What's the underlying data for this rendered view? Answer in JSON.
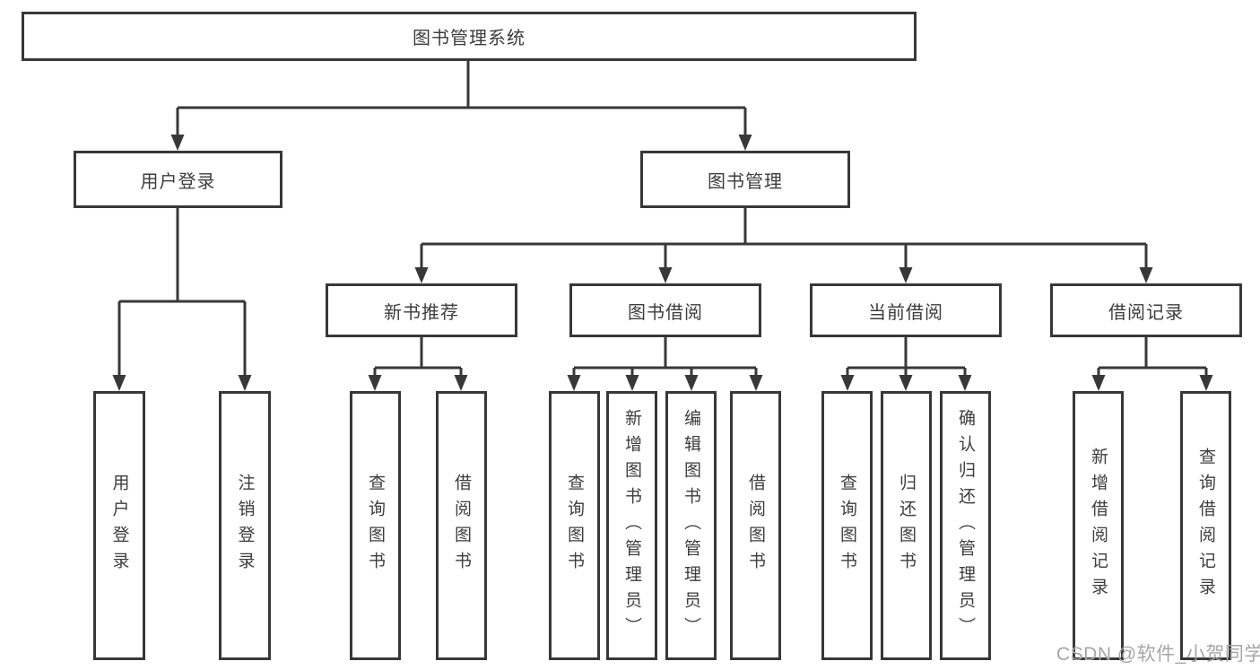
{
  "tree": {
    "root": {
      "label": "图书管理系统"
    },
    "branches": [
      {
        "label": "用户登录",
        "children": [
          "用户登录",
          "注销登录"
        ]
      },
      {
        "label": "图书管理",
        "sections": [
          {
            "label": "新书推荐",
            "children": [
              "查询图书",
              "借阅图书"
            ]
          },
          {
            "label": "图书借阅",
            "children": [
              "查询图书",
              "新增图书（管理员）",
              "编辑图书（管理员）",
              "借阅图书"
            ]
          },
          {
            "label": "当前借阅",
            "children": [
              "查询图书",
              "归还图书",
              "确认归还（管理员）"
            ]
          },
          {
            "label": "借阅记录",
            "children": [
              "新增借阅记录",
              "查询借阅记录"
            ]
          }
        ]
      }
    ]
  },
  "watermark": {
    "text": "CSDN @软件_小贺同学"
  },
  "colors": {
    "line": "#383838",
    "text": "#3d3d3d",
    "background": "#ffffff",
    "watermark": "#a6a6a6"
  }
}
